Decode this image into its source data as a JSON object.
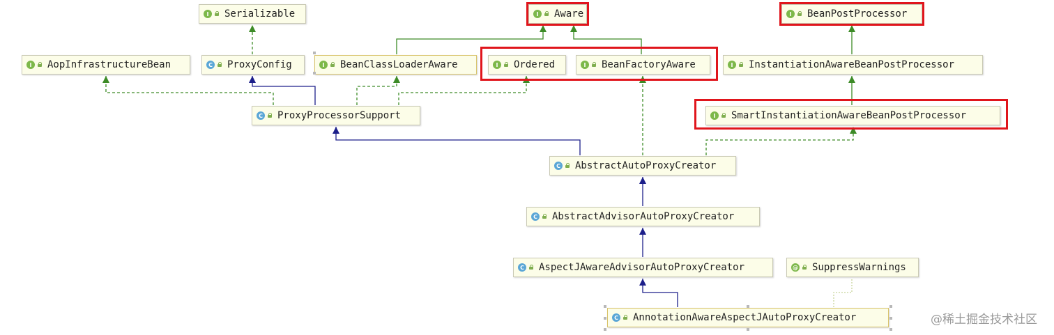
{
  "nodes": {
    "serializable": {
      "label": "Serializable",
      "kind": "I"
    },
    "aware": {
      "label": "Aware",
      "kind": "I"
    },
    "bean_post_processor": {
      "label": "BeanPostProcessor",
      "kind": "I"
    },
    "aop_infrastructure_bean": {
      "label": "AopInfrastructureBean",
      "kind": "I"
    },
    "proxy_config": {
      "label": "ProxyConfig",
      "kind": "C"
    },
    "bean_class_loader_aware": {
      "label": "BeanClassLoaderAware",
      "kind": "I"
    },
    "ordered": {
      "label": "Ordered",
      "kind": "I"
    },
    "bean_factory_aware": {
      "label": "BeanFactoryAware",
      "kind": "I"
    },
    "instantiation_aware_bpp": {
      "label": "InstantiationAwareBeanPostProcessor",
      "kind": "I"
    },
    "proxy_processor_support": {
      "label": "ProxyProcessorSupport",
      "kind": "C"
    },
    "smart_instantiation_aware_bpp": {
      "label": "SmartInstantiationAwareBeanPostProcessor",
      "kind": "I"
    },
    "abstract_auto_proxy_creator": {
      "label": "AbstractAutoProxyCreator",
      "kind": "C"
    },
    "abstract_advisor_auto_proxy_creator": {
      "label": "AbstractAdvisorAutoProxyCreator",
      "kind": "C"
    },
    "aspectj_aware_advisor_auto_proxy_creator": {
      "label": "AspectJAwareAdvisorAutoProxyCreator",
      "kind": "C"
    },
    "suppress_warnings": {
      "label": "SuppressWarnings",
      "kind": "@"
    },
    "annotation_aware_aspectj_auto_proxy_creator": {
      "label": "AnnotationAwareAspectJAutoProxyCreator",
      "kind": "C"
    }
  },
  "colors": {
    "implements_edge": "#3d8b27",
    "extends_edge": "#1c1f8a",
    "annotation_edge": "#c8d49a",
    "highlight": "#e0151c"
  },
  "watermark": "@稀土掘金技术社区"
}
